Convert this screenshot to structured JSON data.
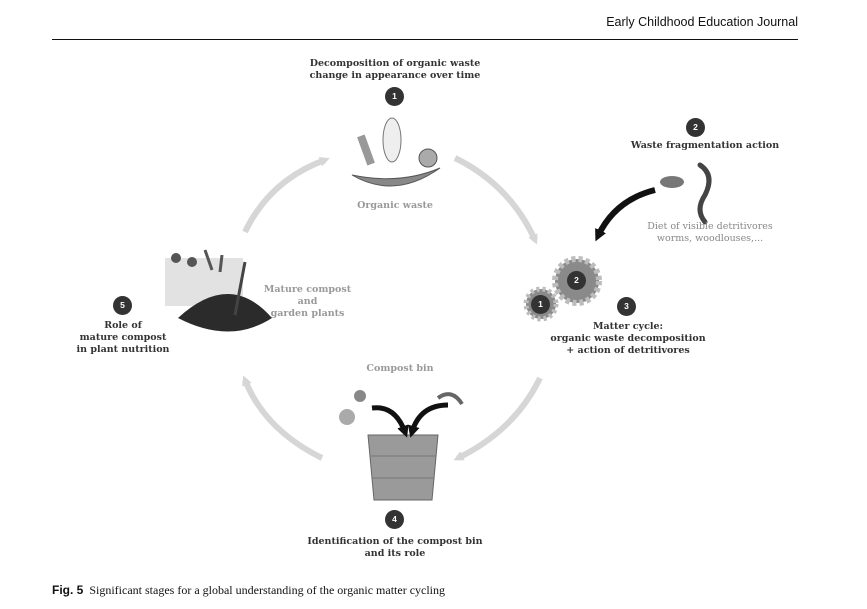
{
  "header": {
    "journal": "Early Childhood Education Journal"
  },
  "figure": {
    "stage1": {
      "number": "1",
      "title_line1": "Decomposition of organic waste",
      "title_line2": "change in appearance over time",
      "sublabel": "Organic waste"
    },
    "stage2": {
      "number": "2",
      "title": "Waste fragmentation action",
      "sublabel_line1": "Diet of visible detritivores",
      "sublabel_line2": "worms, woodlouses,..."
    },
    "stage3": {
      "number": "3",
      "title_line1": "Matter cycle:",
      "title_line2": "organic waste decomposition",
      "title_line3": "+ action of detritivores",
      "gear_small": "1",
      "gear_large": "2"
    },
    "stage4": {
      "number": "4",
      "title_line1": "Identification of the compost bin",
      "title_line2": "and its role",
      "sublabel": "Compost bin"
    },
    "stage5": {
      "number": "5",
      "title_line1": "Role of",
      "title_line2": "mature compost",
      "title_line3": "in plant nutrition",
      "sublabel_line1": "Mature compost",
      "sublabel_line2": "and",
      "sublabel_line3": "garden plants"
    }
  },
  "caption": {
    "label": "Fig. 5",
    "text": "Significant stages for a global understanding of the organic matter cycling"
  }
}
